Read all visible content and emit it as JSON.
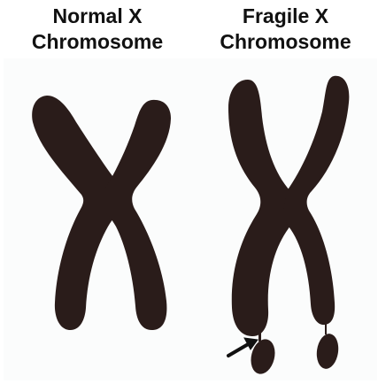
{
  "titles": {
    "left": {
      "line1": "Normal X",
      "line2": "Chromosome"
    },
    "right": {
      "line1": "Fragile X",
      "line2": "Chromosome"
    }
  },
  "colors": {
    "chromosome": "#2a1c1a",
    "arrow": "#111111",
    "background": "#fbfcfc"
  },
  "icons": {
    "normal": "normal-x-chromosome-icon",
    "fragile": "fragile-x-chromosome-icon",
    "arrow": "fragile-site-arrow-icon"
  }
}
